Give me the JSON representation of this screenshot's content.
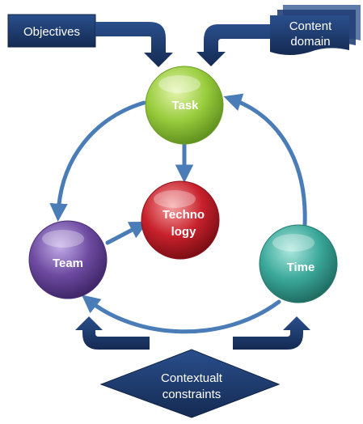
{
  "diagram": {
    "nodes": {
      "task": {
        "label": "Task",
        "color": "#8bc43a"
      },
      "team": {
        "label": "Team",
        "color": "#6d4aa0"
      },
      "time": {
        "label": "Time",
        "color": "#3aa89a"
      },
      "technology": {
        "line1": "Techno",
        "line2": "logy",
        "color": "#c8212c"
      }
    },
    "inputs": {
      "objectives": "Objectives",
      "content_domain": {
        "line1": "Content",
        "line2": "domain"
      },
      "contextual_constraints": {
        "line1": "Contextualt",
        "line2": "constraints"
      }
    },
    "colors": {
      "navy": "#1b3566",
      "cycle_arrow": "#4a7db8"
    }
  }
}
